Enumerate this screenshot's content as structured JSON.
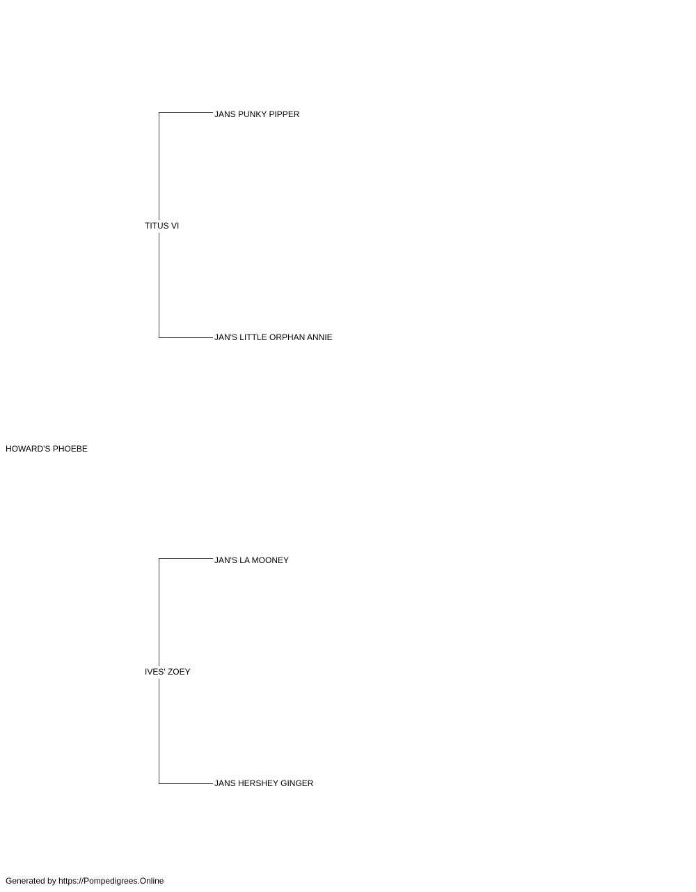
{
  "pedigree": {
    "subject": "HOWARD'S PHOEBE",
    "sire": {
      "name": "TITUS VI",
      "sire": "JANS PUNKY PIPPER",
      "dam": "JAN'S LITTLE ORPHAN ANNIE"
    },
    "dam": {
      "name": "IVES' ZOEY",
      "sire": "JAN'S LA MOONEY",
      "dam": "JANS HERSHEY GINGER"
    }
  },
  "footer": {
    "text": "Generated by https://Pompedigrees.Online"
  }
}
